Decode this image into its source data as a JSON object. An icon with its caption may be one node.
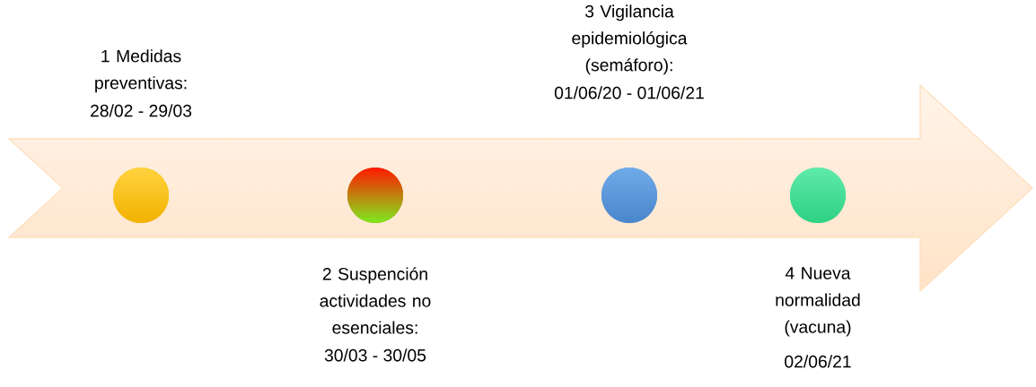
{
  "diagram": {
    "nodes": [
      {
        "text": [],
        "shape": "circle",
        "beside": [
          "1 Medidas preventivas:",
          "28/02 - 29/03"
        ]
      },
      {
        "text": [],
        "shape": "circle",
        "beside": [
          "2 Suspención actividades no esenciales:",
          "30/03 - 30/05"
        ]
      },
      {
        "text": [],
        "shape": "circle",
        "beside": [
          "3 Vigilancia epidemiológica (semáforo):",
          "01/06/20 - 01/06/21"
        ]
      },
      {
        "text": [],
        "shape": "circle",
        "beside": [
          "4 Nueva normalidad (vacuna)",
          "02/06/21"
        ]
      }
    ]
  }
}
